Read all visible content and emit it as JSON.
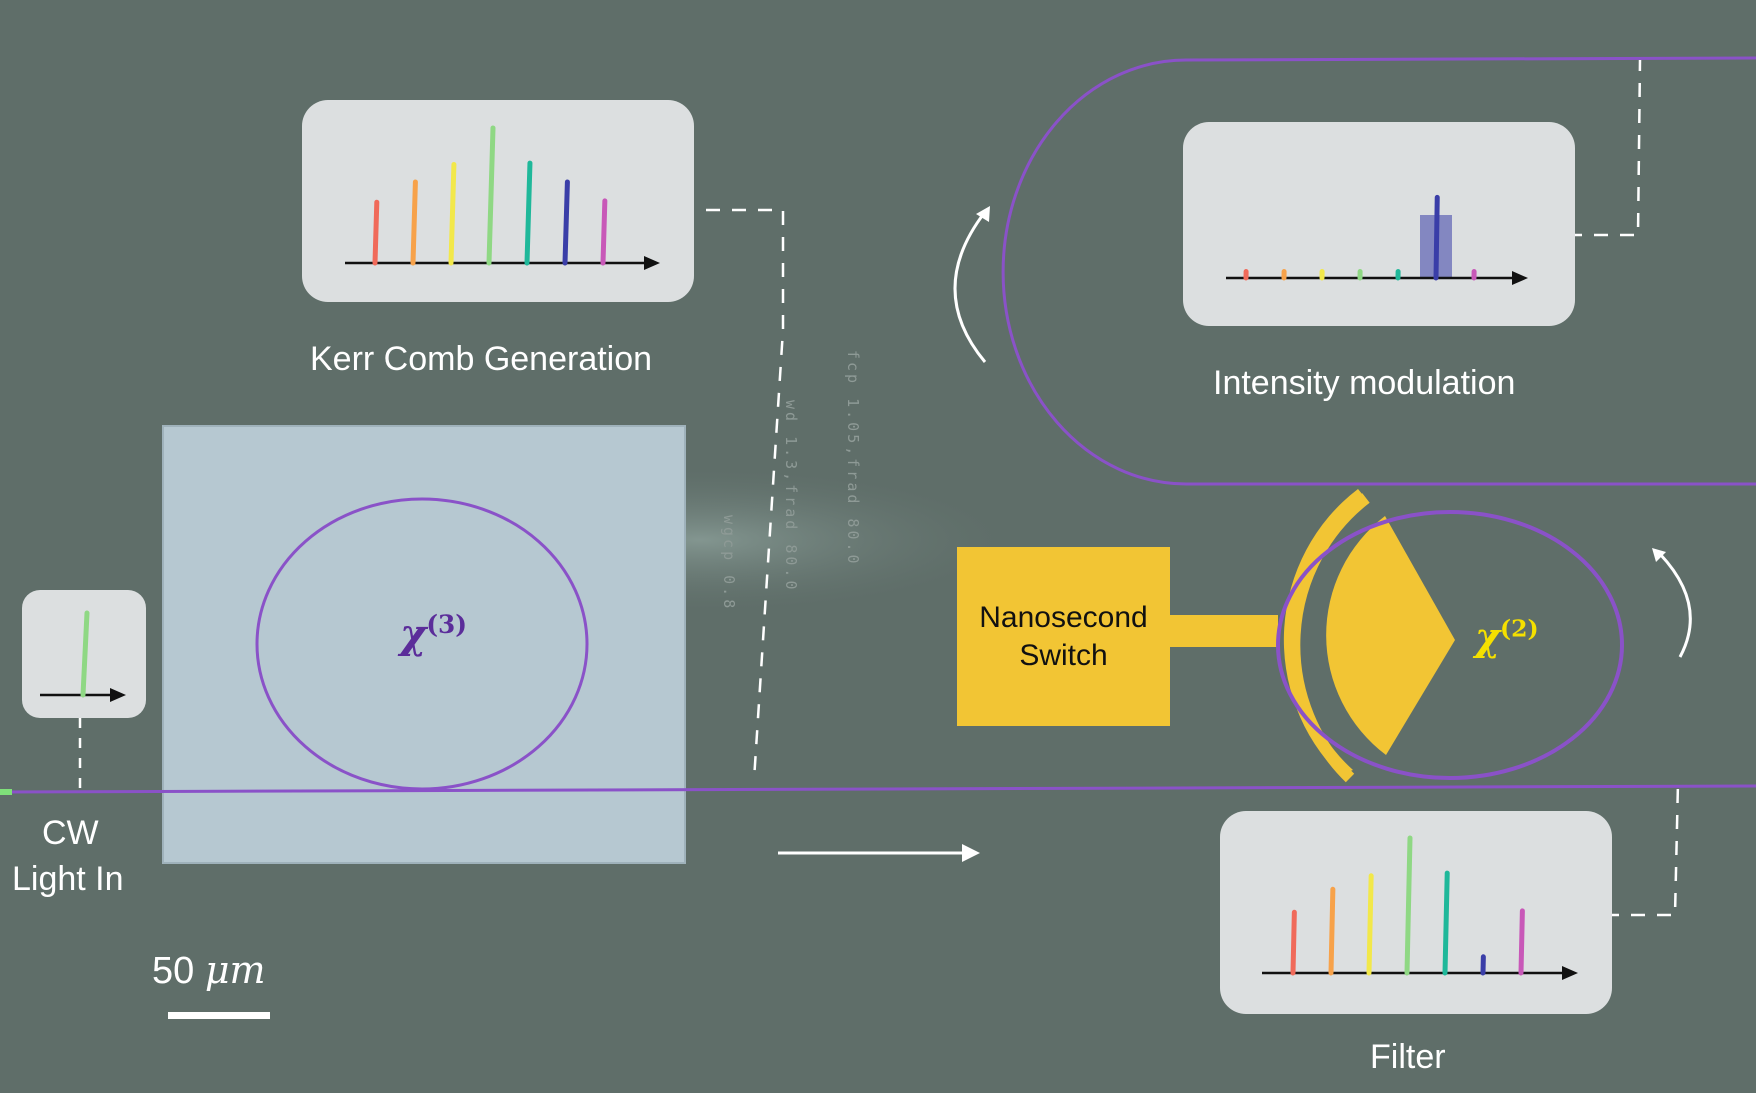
{
  "labels": {
    "kerr": "Kerr Comb Generation",
    "intensity": "Intensity modulation",
    "filter": "Filter",
    "cw_line1": "CW",
    "cw_line2": "Light In",
    "switch_line1": "Nanosecond",
    "switch_line2": "Switch",
    "scale_value": "50",
    "scale_unit": "μm"
  },
  "chi3": {
    "symbol": "χ",
    "order": "(3)"
  },
  "chi2": {
    "symbol": "χ",
    "order": "(2)"
  },
  "engraved": {
    "t1": "wgcp 0.8",
    "t2": "wd 1.3,frad 80.0",
    "t3": "fcp 1.05,frad 80.0"
  },
  "colors": {
    "background": "#5f6e69",
    "waveguide": "#8a52c8",
    "gold_electrode": "#f2c534",
    "chi3_label": "#5b2d9a",
    "chi2_label": "#f5e000",
    "comb": [
      "#f06a5a",
      "#f7a24a",
      "#f2e84a",
      "#8fd884",
      "#1fb89a",
      "#3a3ea8",
      "#c858b8"
    ]
  },
  "spectra": {
    "kerr": [
      0.45,
      0.6,
      0.73,
      1.0,
      0.74,
      0.6,
      0.46
    ],
    "intensity": [
      0.05,
      0.05,
      0.05,
      0.05,
      0.05,
      0.62,
      0.05
    ],
    "filter": [
      0.45,
      0.62,
      0.72,
      1.0,
      0.74,
      0.12,
      0.46
    ],
    "input": [
      1.0
    ]
  }
}
